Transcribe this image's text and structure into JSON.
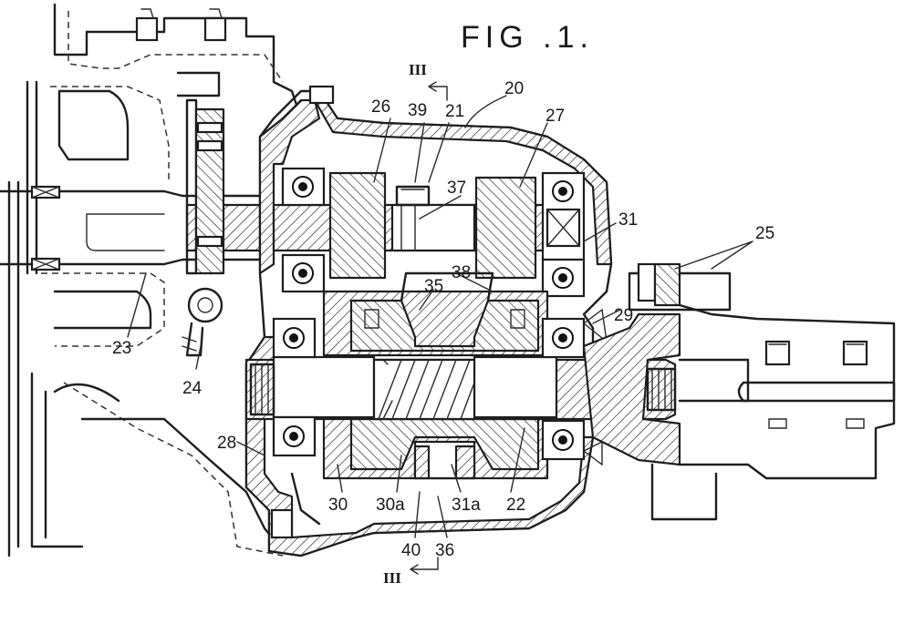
{
  "figure": {
    "title": "FIG .1.",
    "section_mark": "III",
    "labels": {
      "l20": "20",
      "l21": "21",
      "l22": "22",
      "l23": "23",
      "l24": "24",
      "l25": "25",
      "l26": "26",
      "l27": "27",
      "l28": "28",
      "l29": "29",
      "l30": "30",
      "l30a": "30a",
      "l31": "31",
      "l31a": "31a",
      "l35": "35",
      "l36": "36",
      "l37": "37",
      "l38": "38",
      "l39": "39",
      "l40": "40"
    }
  }
}
